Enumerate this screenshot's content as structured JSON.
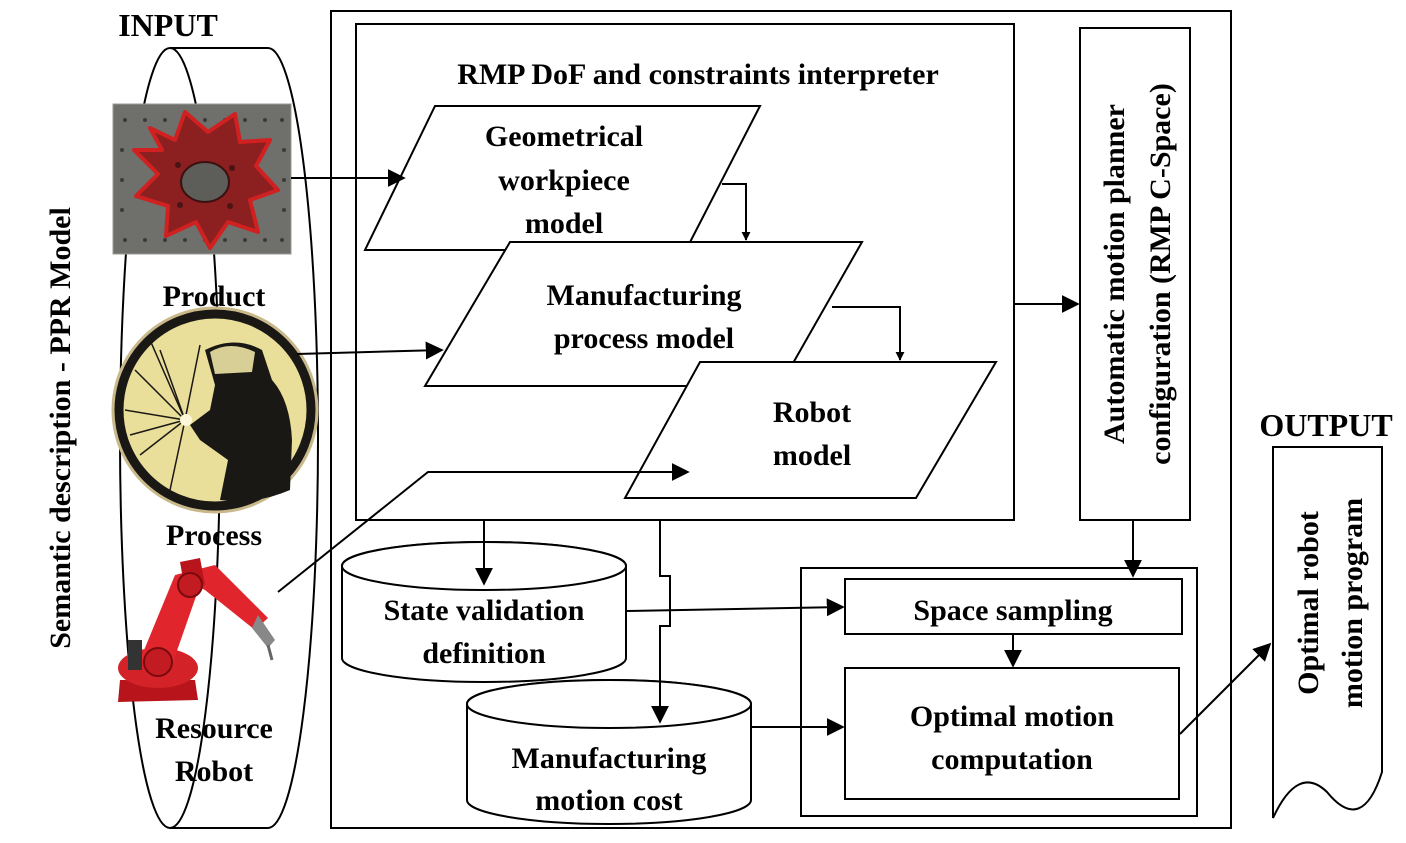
{
  "input_title": "INPUT",
  "output_title": "OUTPUT",
  "cylinder_label": "Semantic description - PPR Model",
  "input_items": {
    "product": "Product",
    "process": "Process",
    "resource_line1": "Resource",
    "resource_line2": "Robot"
  },
  "interpreter": {
    "title": "RMP DoF and constraints interpreter",
    "geometrical": [
      "Geometrical",
      "workpiece",
      "model"
    ],
    "manufacturing": [
      "Manufacturing",
      "process model"
    ],
    "robot": [
      "Robot",
      "model"
    ]
  },
  "planner": [
    "Automatic motion planner",
    "configuration (RMP C-Space)"
  ],
  "state_validation": [
    "State validation",
    "definition"
  ],
  "motion_cost": [
    "Manufacturing",
    "motion cost"
  ],
  "space_sampling": "Space sampling",
  "optimal_computation": [
    "Optimal motion",
    "computation"
  ],
  "output_doc": [
    "Optimal robot",
    "motion program"
  ]
}
